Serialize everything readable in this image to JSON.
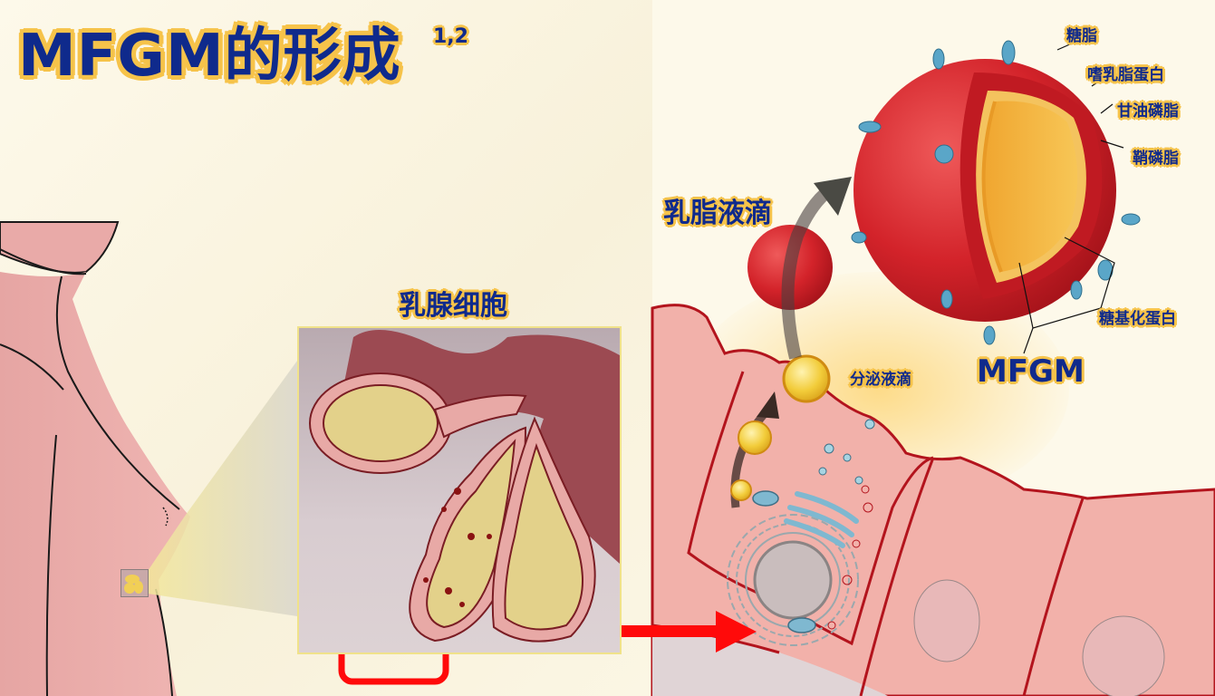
{
  "title": {
    "main": "MFGM的形成",
    "superscript": "1,2"
  },
  "left_panel": {
    "inset_label": "乳腺细胞",
    "highlight_color": "#e8141a"
  },
  "right_panel": {
    "labels": {
      "milk_fat_droplet": "乳脂液滴",
      "secretory_droplet": "分泌液滴",
      "glycolipid": "糖脂",
      "butyrophilin": "嗜乳脂蛋白",
      "glycerophospholipid": "甘油磷脂",
      "sphingomyelin": "鞘磷脂",
      "glycoprotein": "糖基化蛋白",
      "mfgm": "MFGM"
    }
  },
  "colors": {
    "title_text": "#0f2a8c",
    "title_outline": "#f6c34a",
    "droplet_red": "#d3232a",
    "fat_core": "#f5b942",
    "protein_blue": "#5aa6c8",
    "cell_pink": "#f2b1aa",
    "membrane_red": "#b3141d",
    "arrow_red": "#ff0a0a",
    "background": "#fcf8e8"
  }
}
